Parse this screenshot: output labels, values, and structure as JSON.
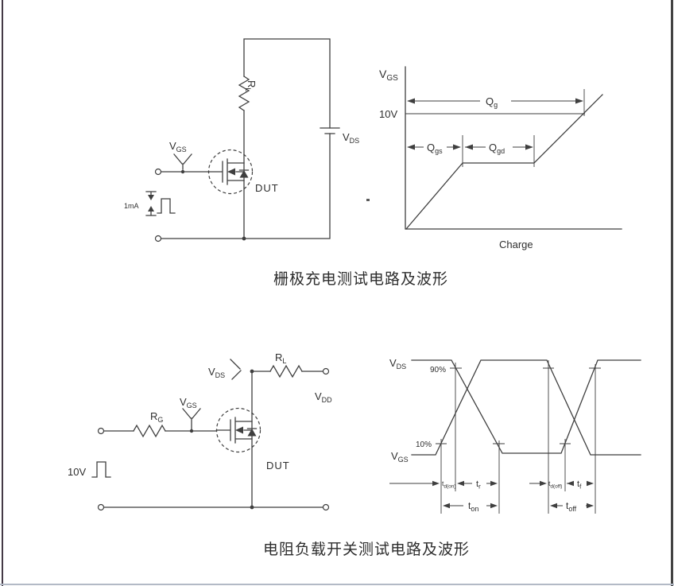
{
  "page": {
    "bg": "#ffffff",
    "ink": "#3f3f3f",
    "border": "#424242",
    "bottom_rule": "#b3bac6"
  },
  "figure1": {
    "caption": "栅极充电测试电路及波形",
    "circuit": {
      "vgs": {
        "base": "V",
        "sub": "GS"
      },
      "rl": {
        "base": "R",
        "sub": "L"
      },
      "vds": {
        "base": "V",
        "sub": "DS"
      },
      "current": "1mA",
      "dut": "DUT"
    },
    "graph": {
      "y_axis": {
        "base": "V",
        "sub": "GS"
      },
      "level": "10V",
      "qg": {
        "base": "Q",
        "sub": "g"
      },
      "qgs": {
        "base": "Q",
        "sub": "gs"
      },
      "qgd": {
        "base": "Q",
        "sub": "gd"
      },
      "x_axis": "Charge"
    }
  },
  "figure2": {
    "caption": "电阻负载开关测试电路及波形",
    "circuit": {
      "rg": {
        "base": "R",
        "sub": "G"
      },
      "vgs": {
        "base": "V",
        "sub": "GS"
      },
      "vds": {
        "base": "V",
        "sub": "DS"
      },
      "rl": {
        "base": "R",
        "sub": "L"
      },
      "vdd": {
        "base": "V",
        "sub": "DD"
      },
      "pulse": "10V",
      "dut": "DUT"
    },
    "waveform": {
      "vds": {
        "base": "V",
        "sub": "DS"
      },
      "vgs": {
        "base": "V",
        "sub": "GS"
      },
      "p90": "90%",
      "p10": "10%",
      "td_on": {
        "base": "t",
        "sub": "d(on)"
      },
      "tr": {
        "base": "t",
        "sub": "r"
      },
      "ton": {
        "base": "t",
        "sub": "on"
      },
      "td_off": {
        "base": "t",
        "sub": "d(off)"
      },
      "tf": {
        "base": "t",
        "sub": "f"
      },
      "toff": {
        "base": "t",
        "sub": "off"
      }
    }
  }
}
